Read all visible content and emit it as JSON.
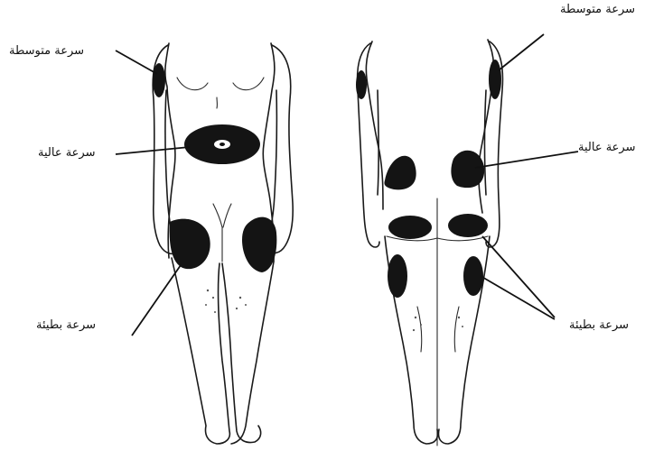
{
  "diagram": {
    "labels": {
      "medium_speed": "سرعة متوسطة",
      "high_speed": "سرعة عالية",
      "slow_speed": "سرعة بطيئة"
    },
    "figures": [
      "front-view",
      "back-view"
    ],
    "colors": {
      "zone_fill": "#141414",
      "outline": "#1a1a1a",
      "background": "#ffffff"
    }
  }
}
